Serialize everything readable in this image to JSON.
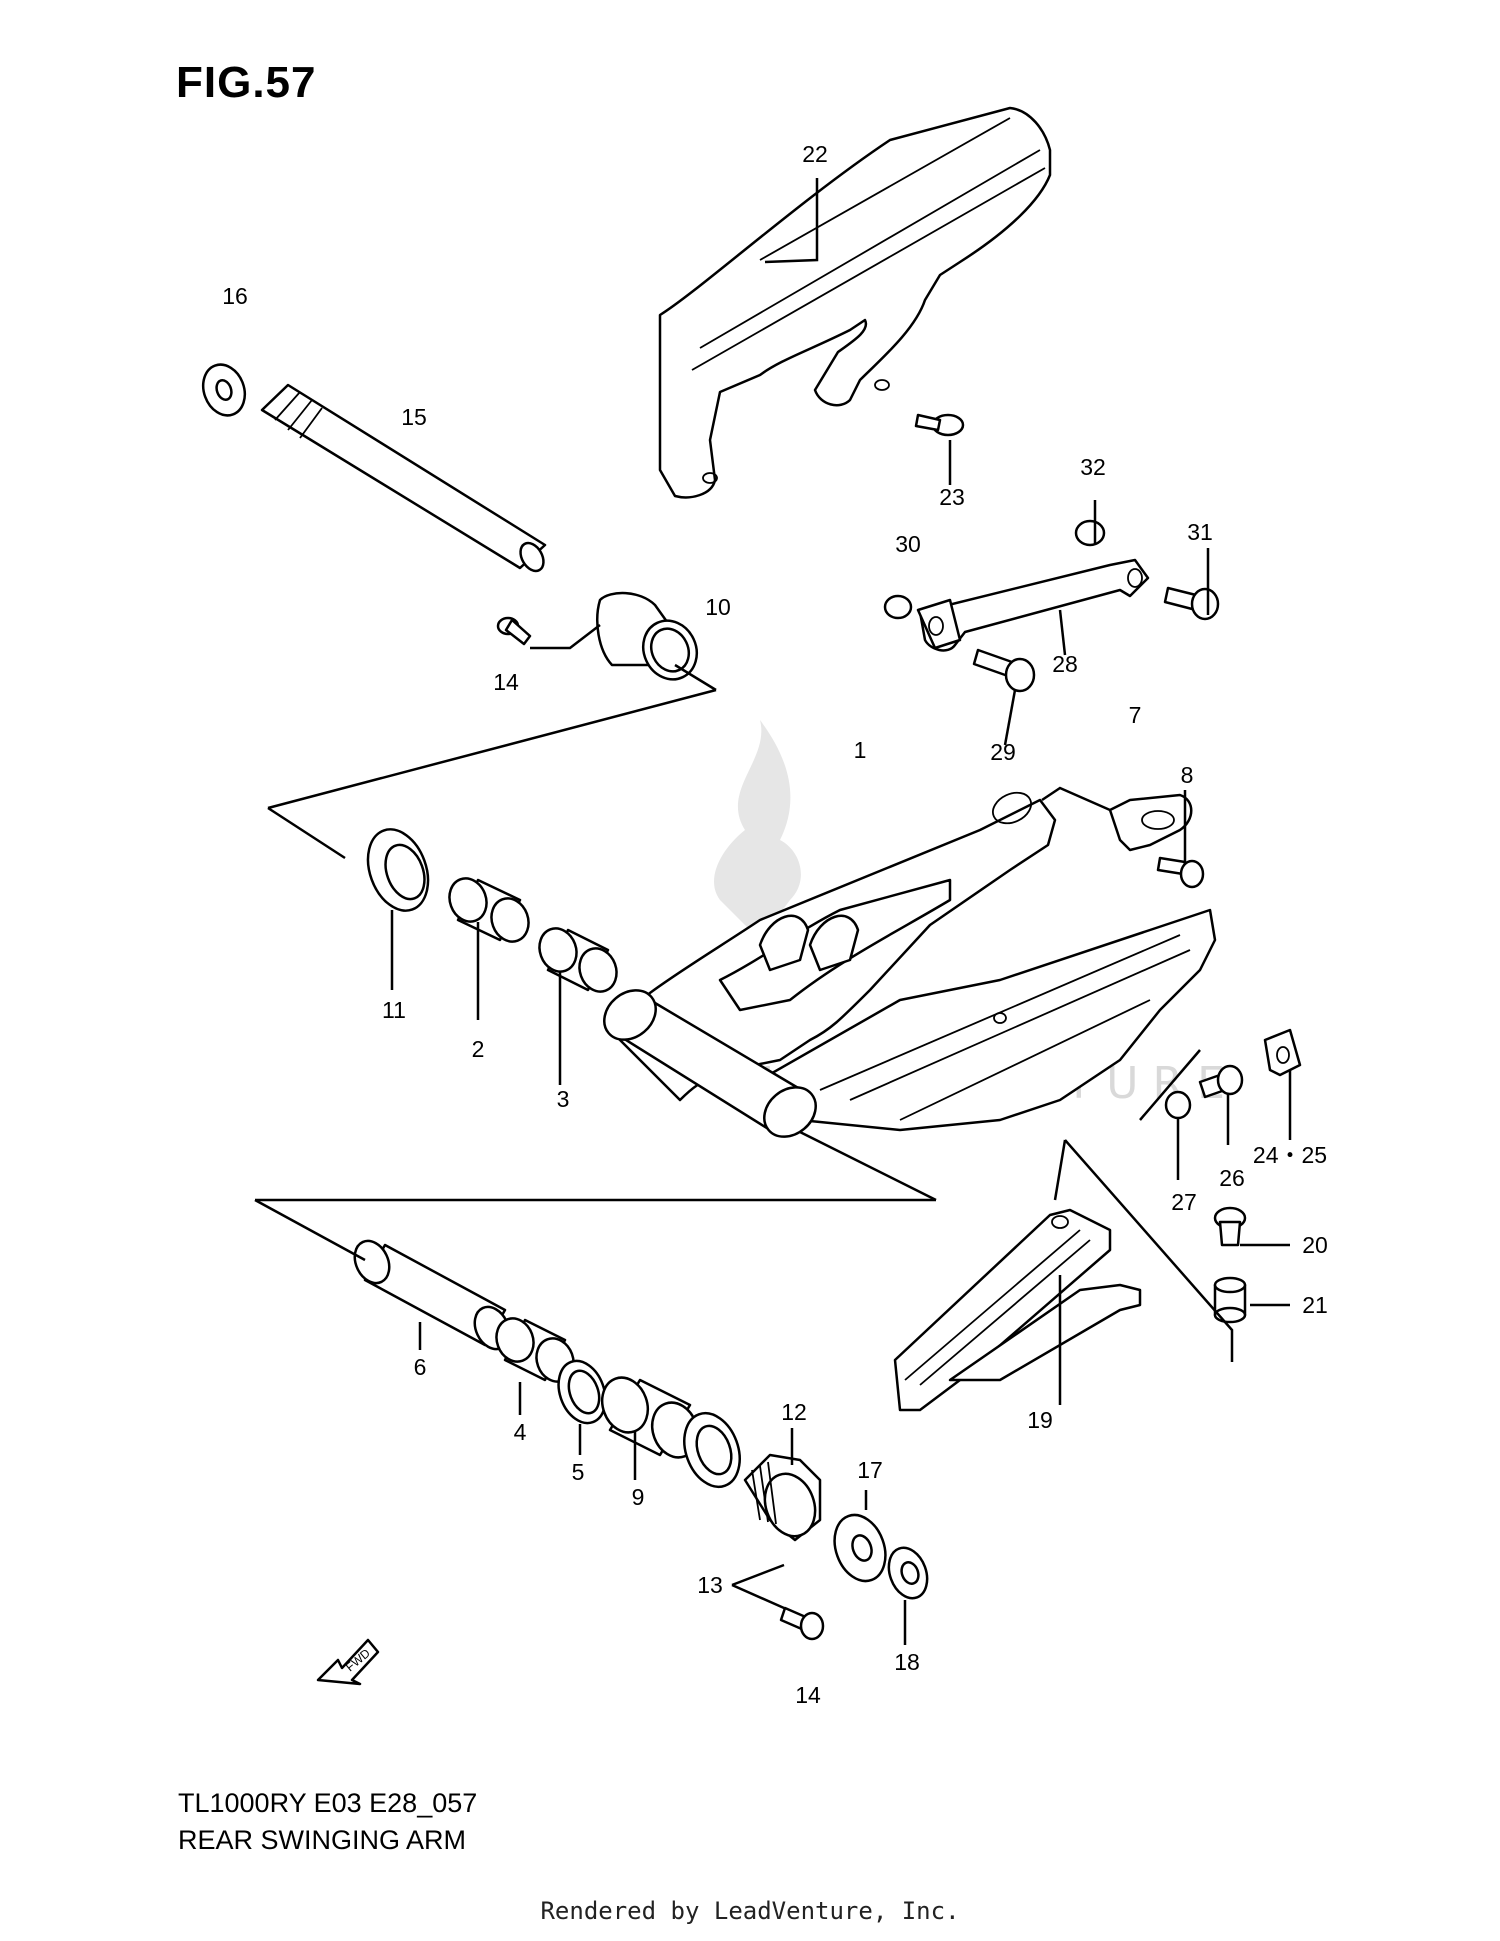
{
  "figure": {
    "title": "FIG.57"
  },
  "model_code": "TL1000RY E03 E28_057",
  "caption": "REAR SWINGING ARM",
  "watermark": "LEADVENTURE",
  "fwd_label": "FWD",
  "footer": "Rendered by LeadVenture, Inc.",
  "callouts": {
    "c1": "1",
    "c2": "2",
    "c3": "3",
    "c4": "4",
    "c5": "5",
    "c6": "6",
    "c7": "7",
    "c8": "8",
    "c9": "9",
    "c10": "10",
    "c11": "11",
    "c12": "12",
    "c13": "13",
    "c14a": "14",
    "c14b": "14",
    "c15": "15",
    "c16": "16",
    "c17": "17",
    "c18": "18",
    "c19": "19",
    "c20": "20",
    "c21": "21",
    "c22": "22",
    "c23": "23",
    "c2425": "24・25",
    "c26": "26",
    "c27": "27",
    "c28": "28",
    "c29": "29",
    "c30": "30",
    "c31": "31",
    "c32": "32"
  }
}
